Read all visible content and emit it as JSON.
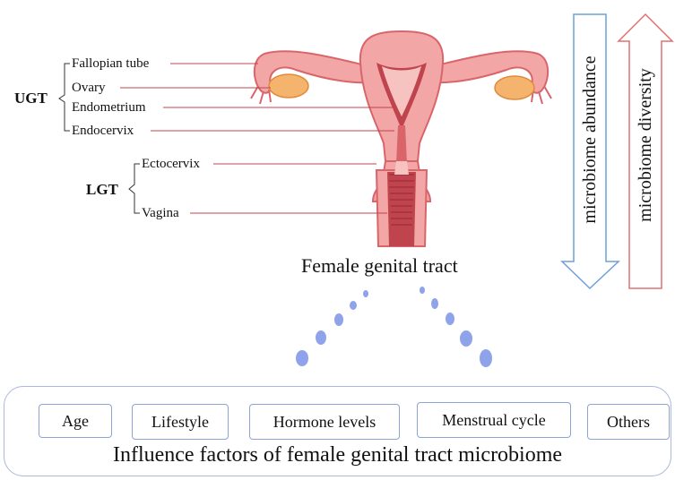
{
  "anatomy": {
    "ugt_label": "UGT",
    "lgt_label": "LGT",
    "labels": {
      "fallopian_tube": "Fallopian tube",
      "ovary": "Ovary",
      "endometrium": "Endometrium",
      "endocervix": "Endocervix",
      "ectocervix": "Ectocervix",
      "vagina": "Vagina"
    },
    "title": "Female genital tract"
  },
  "arrows": {
    "abundance": "microbiome abundance",
    "diversity": "microbiome diversity",
    "abundance_color": "#6f9fd8",
    "diversity_color": "#e07070"
  },
  "factors": {
    "items": [
      "Age",
      "Lifestyle",
      "Hormone levels",
      "Menstrual cycle",
      "Others"
    ],
    "caption": "Influence factors of female genital tract microbiome"
  },
  "colors": {
    "tissue": "#f2a6a6",
    "tissue_dark": "#d9656b",
    "ovary": "#f5b46e",
    "dots": "#8fa3ea"
  }
}
